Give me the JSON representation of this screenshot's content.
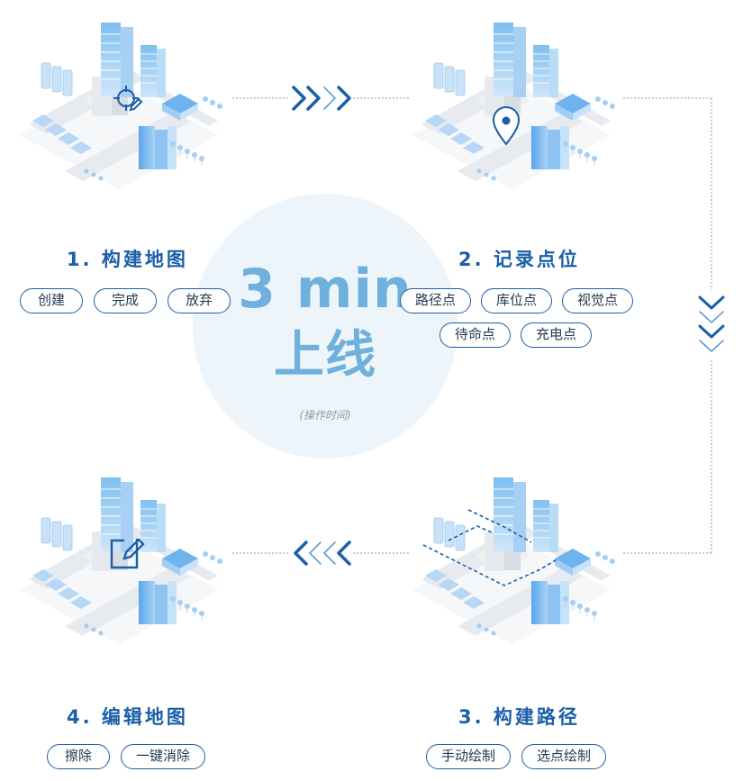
{
  "center": {
    "line1": "3 min",
    "line2": "上线",
    "sub": "(操作时间)"
  },
  "steps": [
    {
      "title": "1. 构建地图",
      "chips": [
        "创建",
        "完成",
        "放弃"
      ]
    },
    {
      "title": "2. 记录点位",
      "chips": [
        "路径点",
        "库位点",
        "视觉点",
        "待命点",
        "充电点"
      ]
    },
    {
      "title": "3. 构建路径",
      "chips": [
        "手动绘制",
        "选点绘制"
      ]
    },
    {
      "title": "4. 编辑地图",
      "chips": [
        "擦除",
        "一键消除"
      ]
    }
  ],
  "icons": {
    "step1": "crosshair-pencil-icon",
    "step2": "location-pin-icon",
    "step3": "dashed-route",
    "step4": "edit-square-icon"
  },
  "colors": {
    "accent": "#1a5fa8",
    "center_text": "#6fb0dc",
    "circle": "#eef5fa",
    "connector": "#8a9aaa"
  }
}
